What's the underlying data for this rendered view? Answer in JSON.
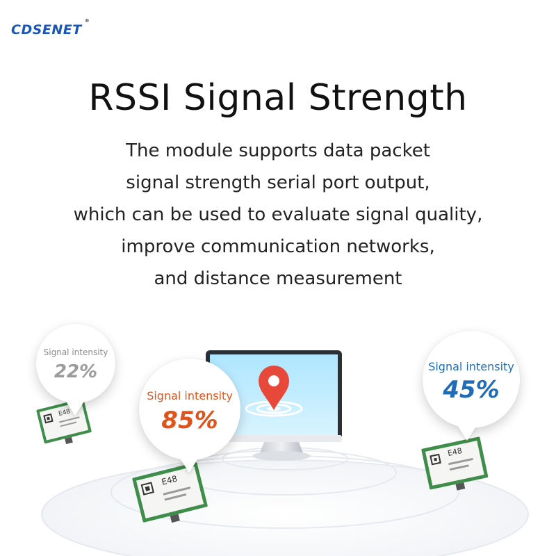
{
  "brand": {
    "name": "CDSENET",
    "mark": "®",
    "color": "#1a56b8"
  },
  "heading": {
    "title": "RSSI Signal Strength"
  },
  "description": {
    "lines": [
      "The module supports data packet",
      "signal strength serial port output,",
      "which can be used to evaluate signal quality,",
      "improve communication networks,",
      "and distance measurement"
    ]
  },
  "bubbles": [
    {
      "label": "Signal intensity",
      "value": "22%",
      "label_color": "#8a8a8a",
      "value_color": "#9b9b9b"
    },
    {
      "label": "Signal intensity",
      "value": "85%",
      "label_color": "#e0541b",
      "value_color": "#e0541b"
    },
    {
      "label": "Signal intensity",
      "value": "45%",
      "label_color": "#1f6db8",
      "value_color": "#1f6db8"
    }
  ],
  "module": {
    "model": "E48"
  },
  "icons": {
    "monitor": "monitor-icon",
    "pin": "location-pin-icon"
  }
}
